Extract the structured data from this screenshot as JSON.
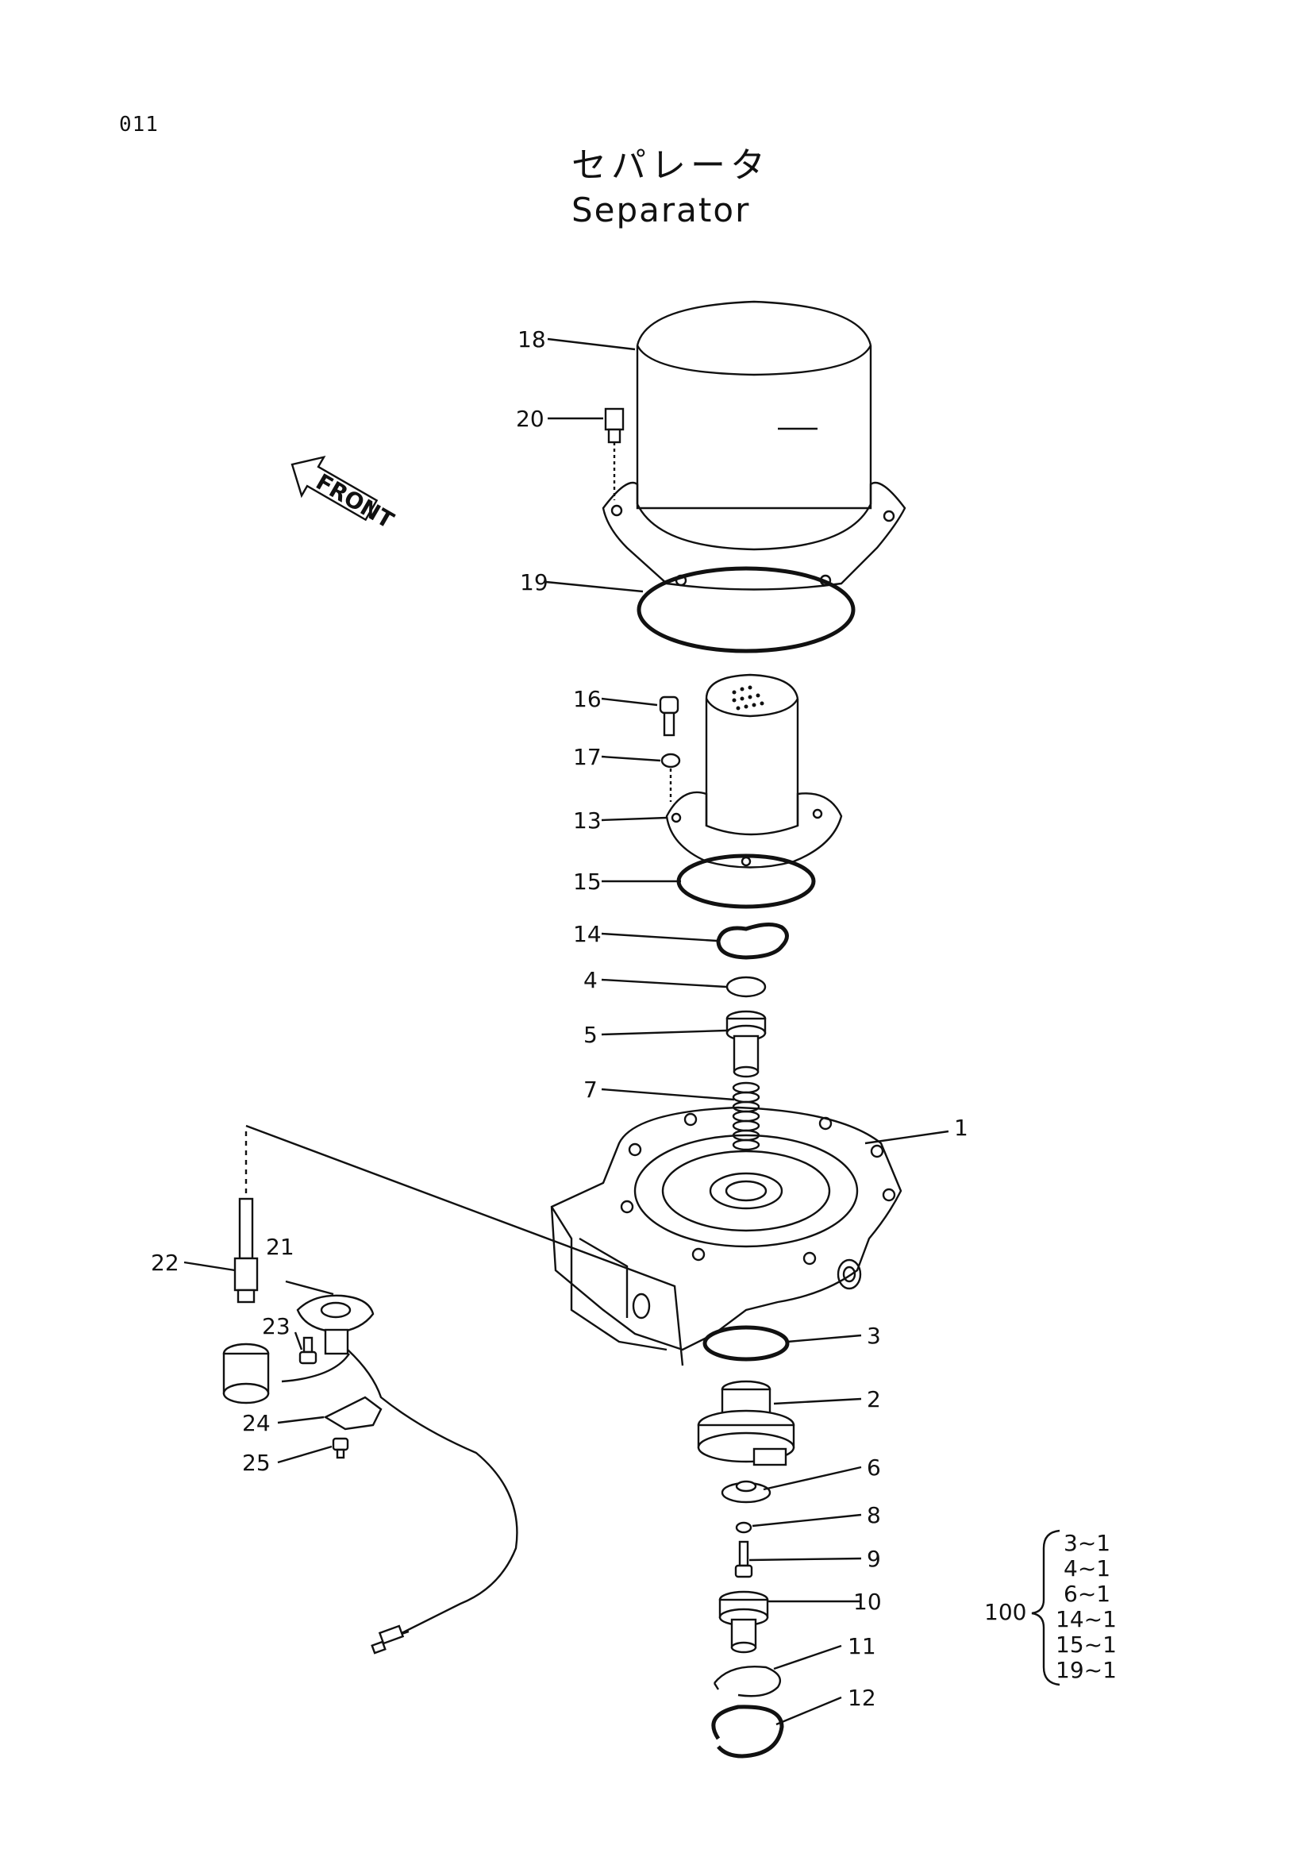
{
  "page_number": "011",
  "title_jp": "セパレータ",
  "title_en": "Separator",
  "front_label": "FRONT",
  "callouts": {
    "p1": "1",
    "p2": "2",
    "p3": "3",
    "p4": "4",
    "p5": "5",
    "p6": "6",
    "p7": "7",
    "p8": "8",
    "p9": "9",
    "p10": "10",
    "p11": "11",
    "p12": "12",
    "p13": "13",
    "p14": "14",
    "p15": "15",
    "p16": "16",
    "p17": "17",
    "p18": "18",
    "p19": "19",
    "p20": "20",
    "p21": "21",
    "p22": "22",
    "p23": "23",
    "p24": "24",
    "p25": "25"
  },
  "kit": {
    "number": "100",
    "items": [
      "3~1",
      "4~1",
      "6~1",
      "14~1",
      "15~1",
      "19~1"
    ]
  }
}
